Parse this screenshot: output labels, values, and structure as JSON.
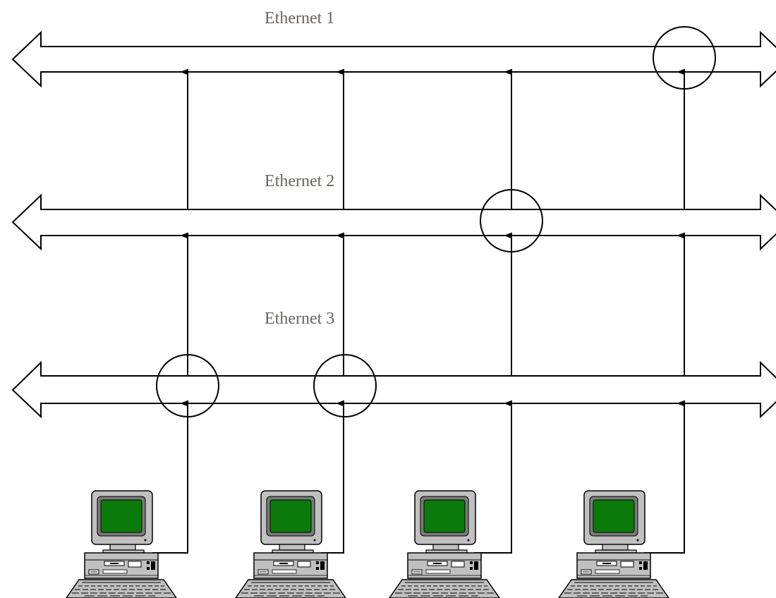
{
  "diagram": {
    "buses": [
      {
        "label": "Ethernet 1"
      },
      {
        "label": "Ethernet 2"
      },
      {
        "label": "Ethernet 3"
      }
    ],
    "computers": [
      {
        "connected_bus": "Ethernet 3"
      },
      {
        "connected_bus": "Ethernet 3"
      },
      {
        "connected_bus": "Ethernet 2"
      },
      {
        "connected_bus": "Ethernet 1"
      }
    ],
    "colors": {
      "line": "#000000",
      "bus_fill": "#ffffff",
      "label": "#6b635b",
      "screen": "#0a7a0a",
      "casing": "#c0c0c0"
    }
  }
}
